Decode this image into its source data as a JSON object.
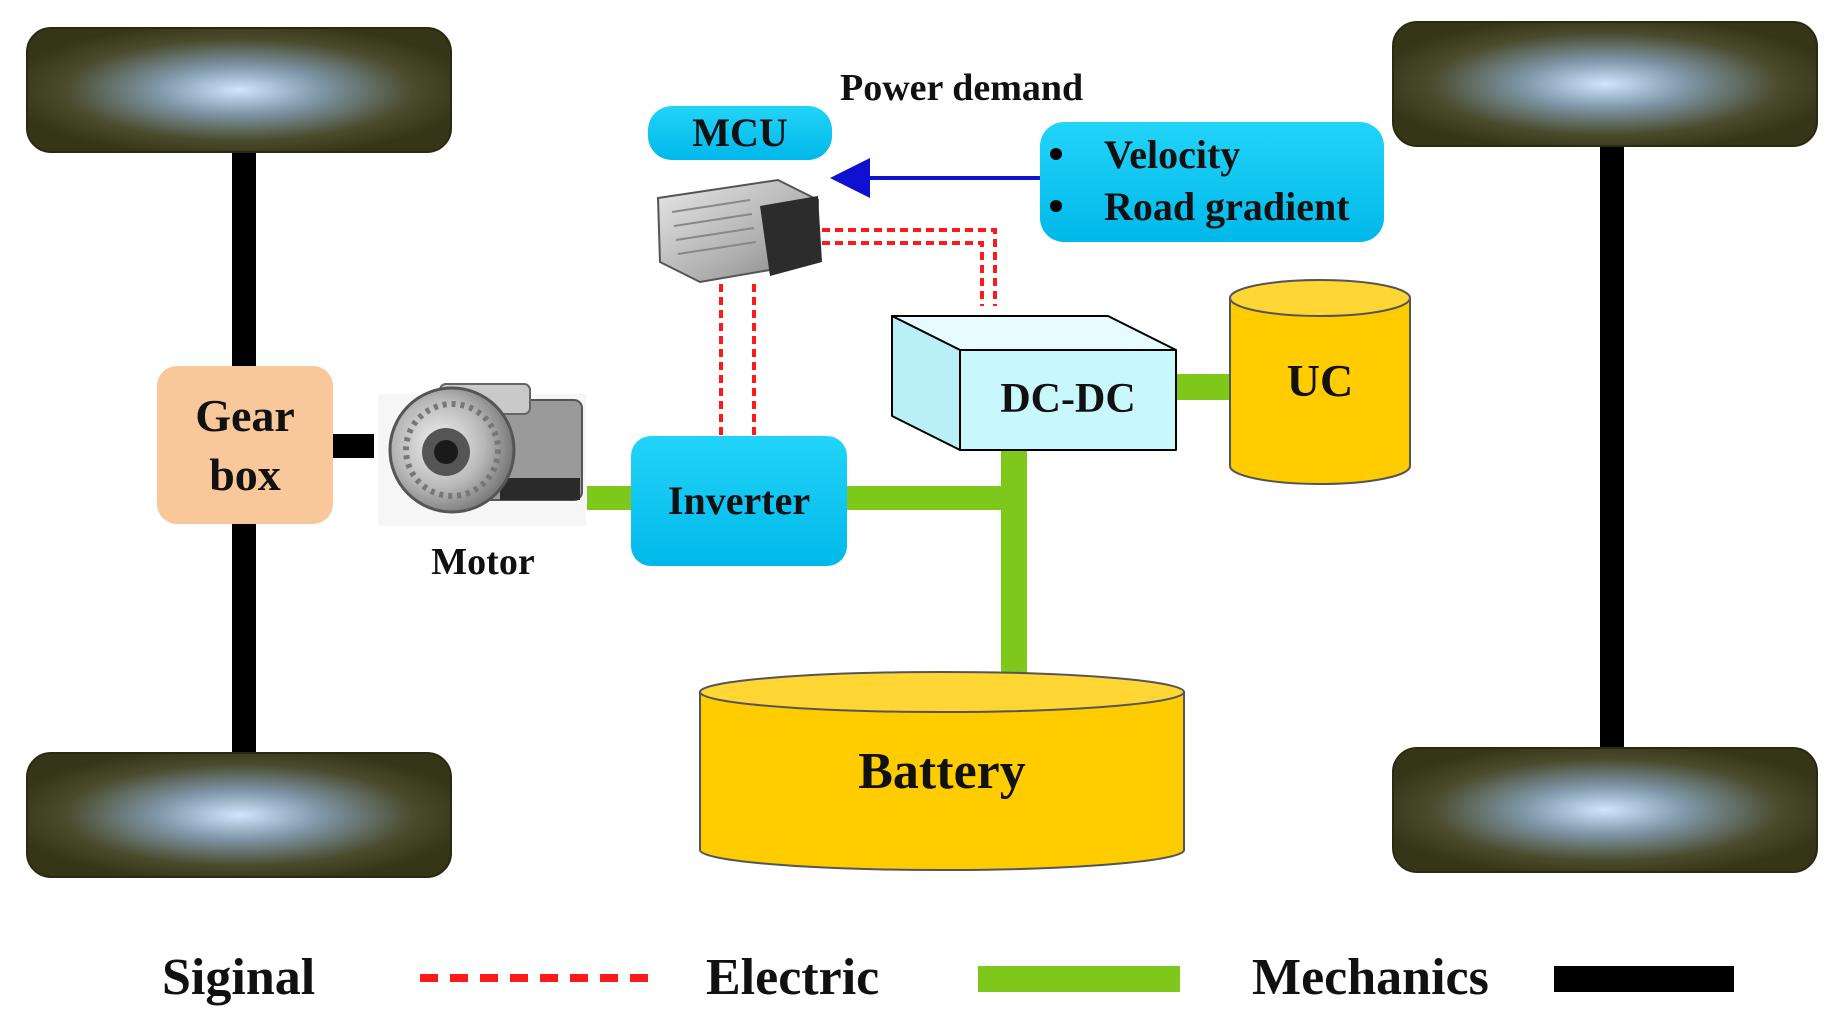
{
  "labels": {
    "power_demand": "Power demand",
    "mcu": "MCU",
    "velocity": "Velocity",
    "road_gradient": "Road gradient",
    "gearbox_line1": "Gear",
    "gearbox_line2": "box",
    "motor": "Motor",
    "inverter": "Inverter",
    "dcdc": "DC-DC",
    "uc": "UC",
    "battery": "Battery"
  },
  "legend": {
    "signal": "Siginal",
    "electric": "Electric",
    "mechanics": "Mechanics"
  },
  "colors": {
    "signal": "#ff1a1a",
    "electric": "#7dc81a",
    "mechanics": "#000000",
    "velocity_arrow": "#1010d0",
    "cyan_box": "#00c8f0",
    "gearbox": "#f8c89a",
    "storage": "#ffcc00",
    "dcdc": "#c8f8fc",
    "wheel": "#3c3c1c"
  },
  "icons": {
    "mcu": "ecu-controller-icon",
    "motor": "electric-motor-icon",
    "bullet": "bullet-icon"
  }
}
